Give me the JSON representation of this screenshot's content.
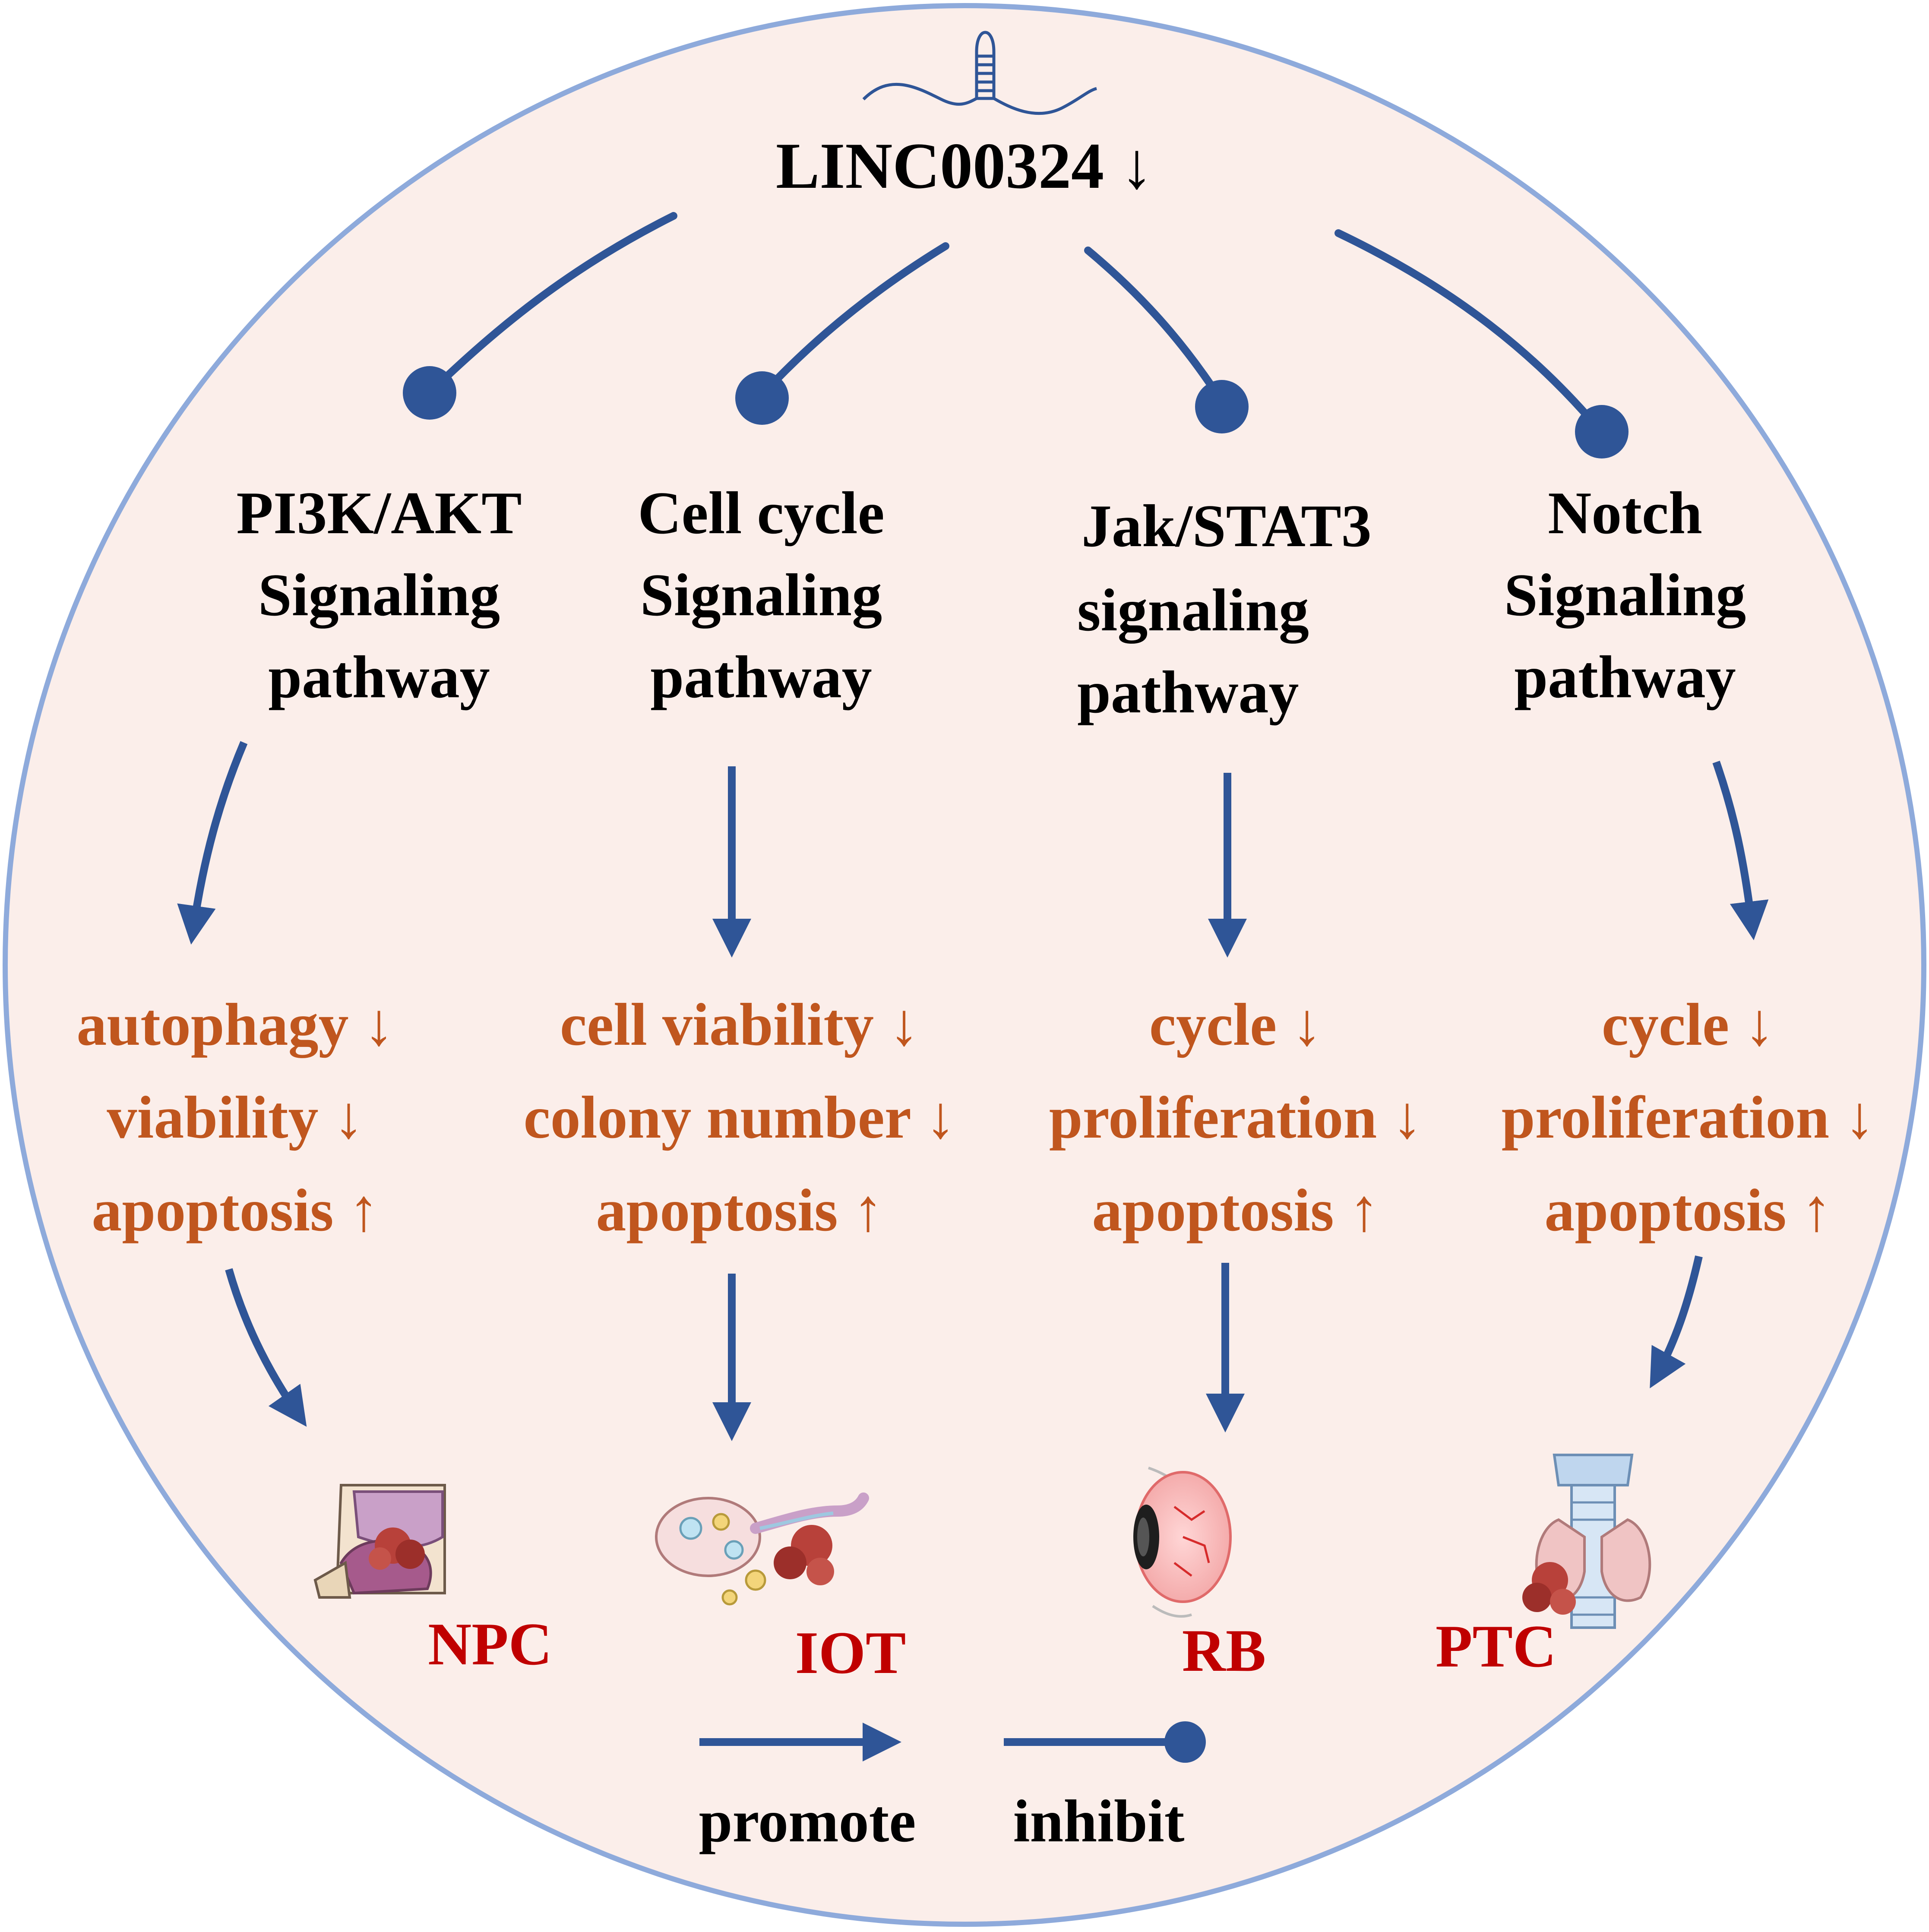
{
  "title": "LINC00324 ↓",
  "colors": {
    "background": "#fbeeea",
    "border": "#8eaadb",
    "arrow": "#2f5597",
    "pathway_text": "#000000",
    "effect_text": "#c0561e",
    "disease_text": "#c00000"
  },
  "columns": [
    {
      "pathway": [
        "PI3K/AKT",
        "Signaling",
        "pathway"
      ],
      "effects": [
        "autophagy ↓",
        "viability ↓",
        "apoptosis ↑"
      ],
      "disease": "NPC",
      "illustration": "nasopharynx-illustration"
    },
    {
      "pathway": [
        "Cell cycle",
        "Signaling",
        "pathway"
      ],
      "effects": [
        "cell viability ↓",
        "colony number ↓",
        "apoptosis ↑"
      ],
      "disease": "IOT",
      "illustration": "ovary-illustration"
    },
    {
      "pathway": [
        "Jak/STAT3",
        "signaling",
        "pathway"
      ],
      "effects": [
        "cycle ↓",
        "proliferation ↓",
        "apoptosis ↑"
      ],
      "disease": "RB",
      "illustration": "eye-illustration"
    },
    {
      "pathway": [
        "Notch",
        "Signaling",
        "pathway"
      ],
      "effects": [
        "cycle ↓",
        "proliferation ↓",
        "apoptosis ↑"
      ],
      "disease": "PTC",
      "illustration": "thyroid-illustration"
    }
  ],
  "legend": {
    "promote": "promote",
    "inhibit": "inhibit"
  }
}
